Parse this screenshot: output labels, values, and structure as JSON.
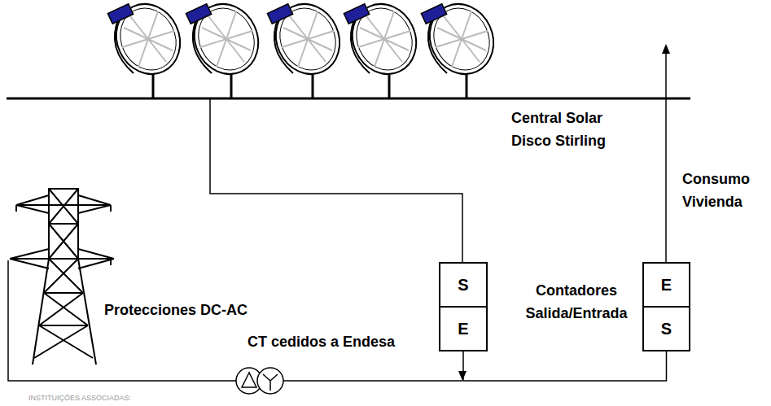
{
  "diagram": {
    "nodes": [
      {
        "text": [
          "S",
          "E"
        ]
      },
      {
        "text": [
          "E",
          "S"
        ]
      }
    ],
    "edges": [
      {
        "from": 0,
        "to": 1,
        "arrow": "none"
      }
    ],
    "labels": [
      "Central Solar Disco Stirling",
      "Consumo Vivienda",
      "Contadores Salida/Entrada",
      "Protecciones DC-AC",
      "CT cedidos a Endesa",
      "INSTITUIÇÕES ASSOCIADAS:"
    ]
  }
}
